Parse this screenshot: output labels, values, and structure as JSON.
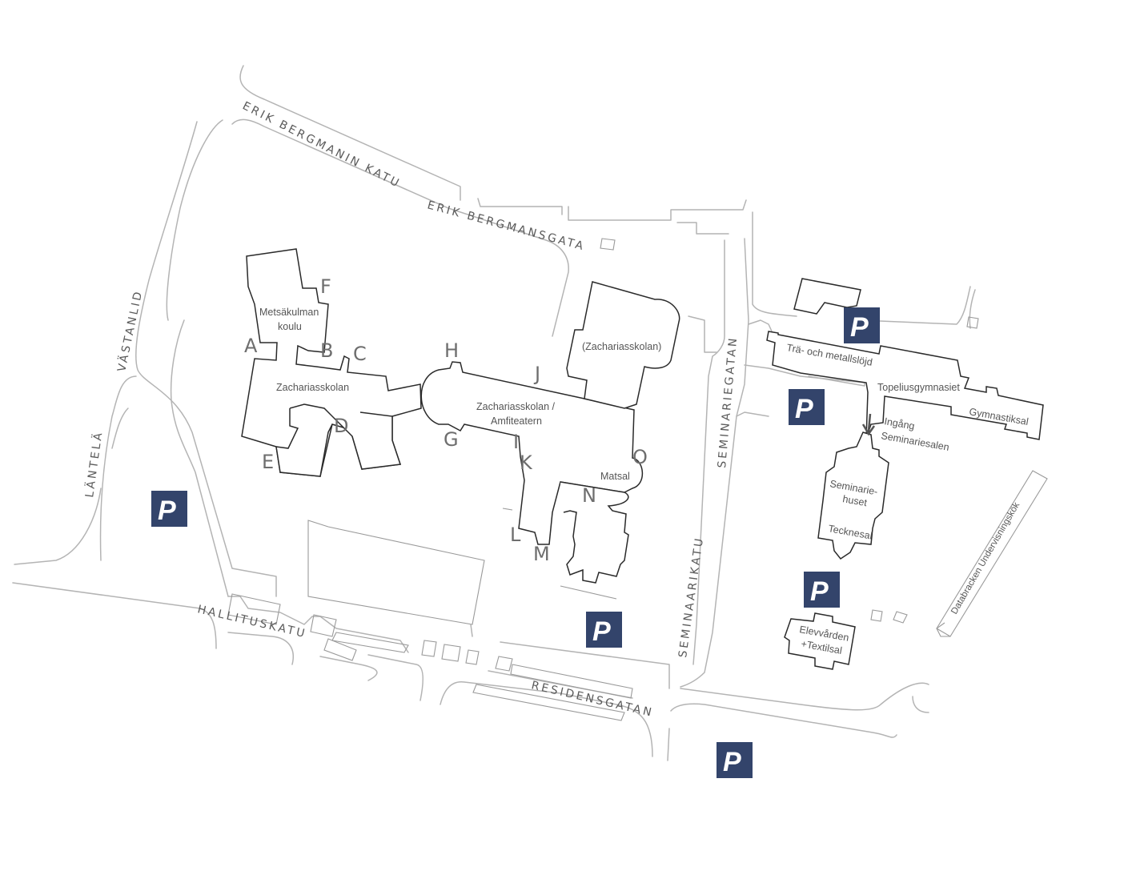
{
  "colors": {
    "parking": "#33446b",
    "building_stroke": "#2a2a2a",
    "road_stroke": "#b4b4b4",
    "label": "#6e6e6e"
  },
  "streets": {
    "erik_bergmanin_katu": "ERIK BERGMANIN KATU",
    "erik_bergmans_gata": "ERIK BERGMANSGATA",
    "vastanlid": "VÄSTANLID",
    "lantela": "LÄNTELÄ",
    "hallituskatu": "HALLITUSKATU",
    "residensgatan": "RESIDENSGATAN",
    "seminariegatan": "SEMINARIEGATAN",
    "seminaarikatu": "SEMINAARIKATU"
  },
  "buildings": {
    "metsakulman_1": "Metsäkulman",
    "metsakulman_2": "koulu",
    "zachariasskolan": "Zachariasskolan",
    "zach_amfi_1": "Zachariasskolan /",
    "zach_amfi_2": "Amfiteatern",
    "zach_paren": "(Zachariasskolan)",
    "matsal": "Matsal",
    "tra_metall": "Trä- och metallslöjd",
    "topelius": "Topeliusgymnasiet",
    "gymnastiksal": "Gymnastiksal",
    "ingang_1": "Ingång",
    "ingang_2": "Seminariesalen",
    "seminarie_1": "Seminarie-",
    "seminarie_2": "huset",
    "tecknesal": "Tecknesal",
    "elev_1": "Elevvården",
    "elev_2": "+Textilsal",
    "databaracken": "Databracken Undervisningskök"
  },
  "entrances": [
    "A",
    "B",
    "C",
    "D",
    "E",
    "F",
    "G",
    "H",
    "I",
    "J",
    "K",
    "L",
    "M",
    "N",
    "O"
  ],
  "parking": {
    "label": "P"
  }
}
